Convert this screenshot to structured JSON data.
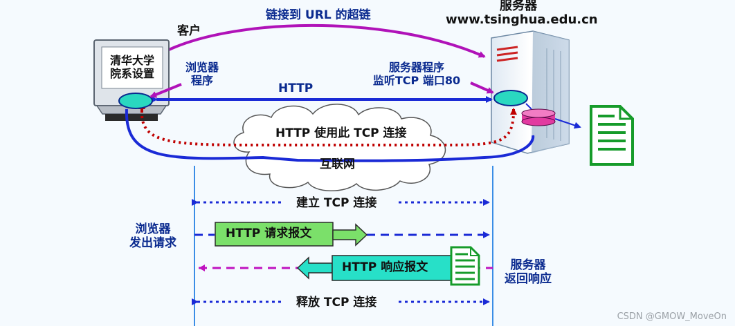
{
  "top_link": "链接到 URL 的超链",
  "client_label": "客户",
  "server_title": "服务器",
  "server_domain": "www.tsinghua.edu.cn",
  "screen_line1": "清华大学",
  "screen_line2": "院系设置",
  "browser_line1": "浏览器",
  "browser_line2": "程序",
  "http_label": "HTTP",
  "server_prog_line1": "服务器程序",
  "server_prog_line2": "监听TCP 端口80",
  "tcp_use": "HTTP 使用此 TCP 连接",
  "internet": "互联网",
  "establish": "建立 TCP 连接",
  "release": "释放 TCP 连接",
  "request_box": "HTTP 请求报文",
  "response_box": "HTTP 响应报文",
  "browser_req_line1": "浏览器",
  "browser_req_line2": "发出请求",
  "server_resp_line1": "服务器",
  "server_resp_line2": "返回响应",
  "watermark": "CSDN @GMOW_MoveOn",
  "colors": {
    "navy": "#0a2a8f",
    "purple": "#b012b8",
    "red": "#c00000",
    "green": "#1d8a2a",
    "request_fill": "#7be06a",
    "response_fill": "#27e0c8",
    "blue_line": "#1a2ad6"
  }
}
